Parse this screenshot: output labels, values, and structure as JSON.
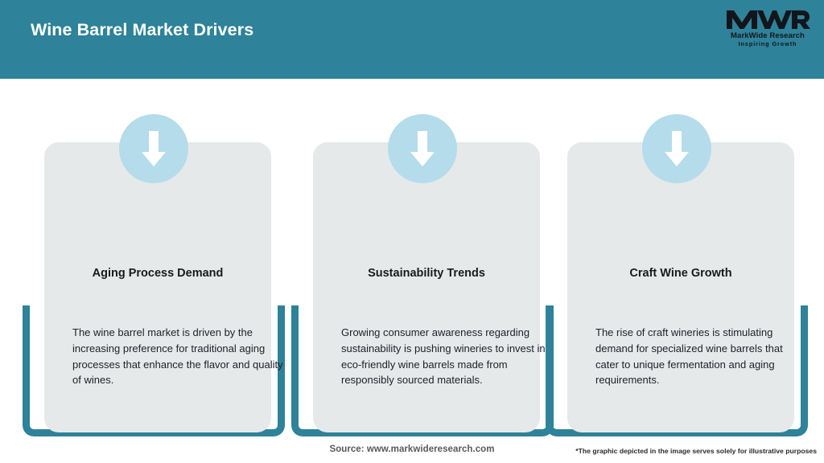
{
  "header": {
    "title": "Wine Barrel Market Drivers",
    "bar_color": "#2E8299",
    "title_color": "#FFFFFF"
  },
  "logo": {
    "mark_text": "MWR",
    "name": "MarkWide Research",
    "tagline": "Inspiring Growth",
    "icon": "mwr-logo-icon"
  },
  "cards": [
    {
      "icon": "down-arrow-icon",
      "title": "Aging Process Demand",
      "body": "The wine barrel market is driven by the increasing preference for traditional aging processes that enhance the flavor and quality of wines."
    },
    {
      "icon": "down-arrow-icon",
      "title": "Sustainability Trends",
      "body": "Growing consumer awareness regarding sustainability is pushing wineries to invest in eco-friendly wine barrels made from responsibly sourced materials."
    },
    {
      "icon": "down-arrow-icon",
      "title": "Craft Wine Growth",
      "body": "The rise of craft wineries is stimulating demand for specialized wine barrels that cater to unique fermentation and aging requirements."
    }
  ],
  "footer": {
    "source": "Source: www.markwideresearch.com",
    "disclaimer": "*The graphic depicted in the image serves solely for illustrative purposes"
  },
  "colors": {
    "accent_teal": "#2E8299",
    "card_grey": "#E6E9EA",
    "icon_blue": "#B5DCEA",
    "page_background": "#FFFFFF"
  }
}
